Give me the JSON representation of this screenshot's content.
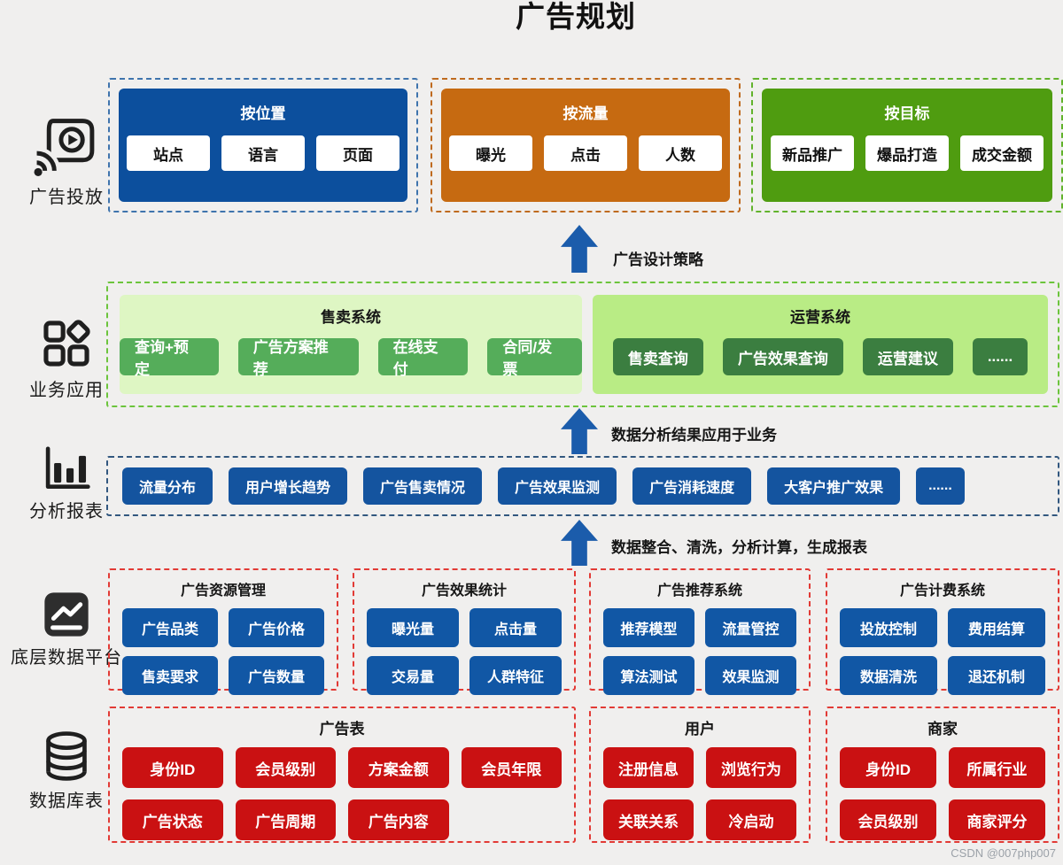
{
  "title": "广告规划",
  "watermark": "CSDN @007php007",
  "colors": {
    "blue_box": "#0c4f9d",
    "orange_box": "#c66a11",
    "green_box": "#4f9c10",
    "sale_panel": "#def6c3",
    "sale_button": "#55ad5a",
    "ops_panel": "#b9ec85",
    "ops_button": "#3b7e40",
    "report_button": "#14549f",
    "platform_button": "#1157a5",
    "table_button": "#ca1112",
    "arrow": "#1b5cab",
    "red_dash": "#e23a35"
  },
  "rail": {
    "items": [
      {
        "label": "广告投放",
        "icon": "ad-cast-icon"
      },
      {
        "label": "业务应用",
        "icon": "apps-grid-icon"
      },
      {
        "label": "分析报表",
        "icon": "bar-chart-icon"
      },
      {
        "label": "底层数据平台",
        "icon": "trend-chart-icon"
      },
      {
        "label": "数据库表",
        "icon": "database-icon"
      }
    ]
  },
  "row1": {
    "groups": [
      {
        "name": "按位置",
        "items": [
          "站点",
          "语言",
          "页面"
        ]
      },
      {
        "name": "按流量",
        "items": [
          "曝光",
          "点击",
          "人数"
        ]
      },
      {
        "name": "按目标",
        "items": [
          "新品推广",
          "爆品打造",
          "成交金额"
        ]
      }
    ]
  },
  "arrows": [
    {
      "label": "广告设计策略"
    },
    {
      "label": "数据分析结果应用于业务"
    },
    {
      "label": "数据整合、清洗，分析计算，生成报表"
    }
  ],
  "row2": {
    "panels": [
      {
        "name": "售卖系统",
        "items": [
          "查询+预定",
          "广告方案推荐",
          "在线支付",
          "合同/发票"
        ]
      },
      {
        "name": "运营系统",
        "items": [
          "售卖查询",
          "广告效果查询",
          "运营建议",
          "......"
        ]
      }
    ]
  },
  "row3": {
    "items": [
      "流量分布",
      "用户增长趋势",
      "广告售卖情况",
      "广告效果监测",
      "广告消耗速度",
      "大客户推广效果",
      "......"
    ]
  },
  "row4": {
    "groups": [
      {
        "name": "广告资源管理",
        "items": [
          "广告品类",
          "广告价格",
          "售卖要求",
          "广告数量"
        ]
      },
      {
        "name": "广告效果统计",
        "items": [
          "曝光量",
          "点击量",
          "交易量",
          "人群特征"
        ]
      },
      {
        "name": "广告推荐系统",
        "items": [
          "推荐模型",
          "流量管控",
          "算法测试",
          "效果监测"
        ]
      },
      {
        "name": "广告计费系统",
        "items": [
          "投放控制",
          "费用结算",
          "数据清洗",
          "退还机制"
        ]
      }
    ]
  },
  "row5": {
    "groups": [
      {
        "name": "广告表",
        "items": [
          "身份ID",
          "会员级别",
          "方案金额",
          "会员年限",
          "广告状态",
          "广告周期",
          "广告内容"
        ]
      },
      {
        "name": "用户",
        "items": [
          "注册信息",
          "浏览行为",
          "关联关系",
          "冷启动"
        ]
      },
      {
        "name": "商家",
        "items": [
          "身份ID",
          "所属行业",
          "会员级别",
          "商家评分"
        ]
      }
    ]
  }
}
